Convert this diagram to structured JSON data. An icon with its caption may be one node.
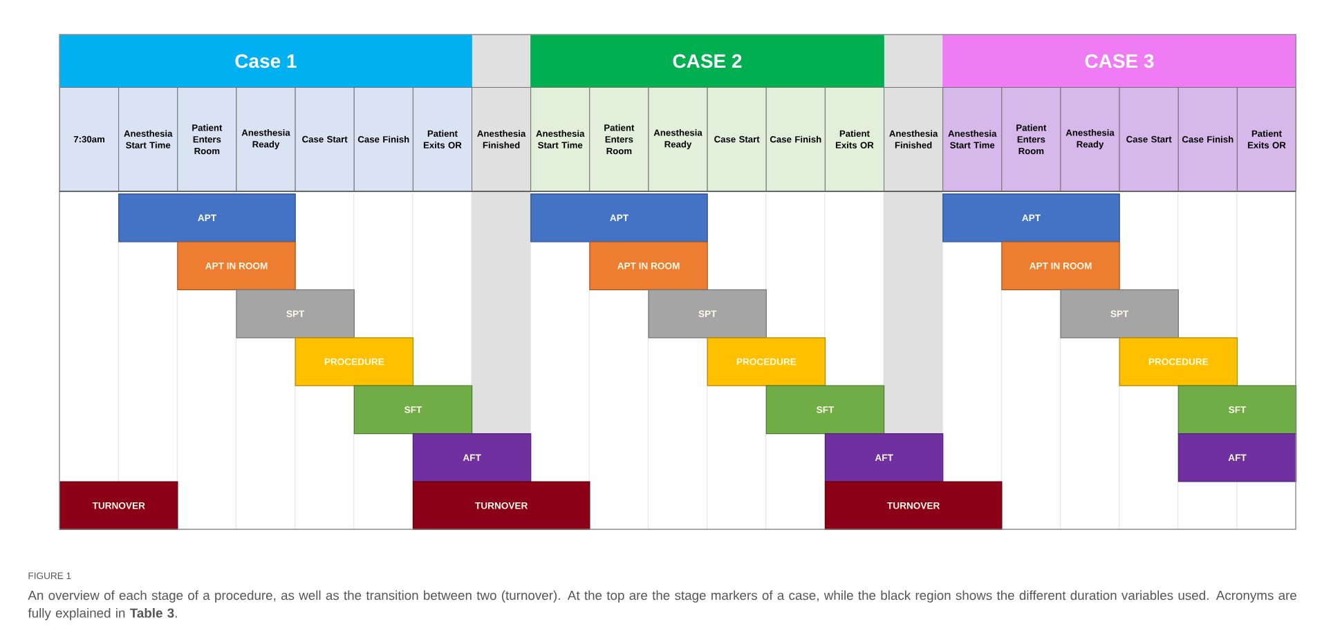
{
  "diagram": {
    "caption": "An overview of each stage of a procedure, as well as the transition between two (turnover). At the top are the stage markers of a case, while the black region shows the different duration variables used. Acronyms are fully explained in **Table 3**.",
    "nodes": [
      {
        "text": [
          "Case 1"
        ]
      },
      {
        "text": [
          "CASE 2"
        ]
      },
      {
        "text": [
          "CASE 3"
        ]
      },
      {
        "text": [
          "7:30am"
        ]
      },
      {
        "text": [
          "Anesthesia Start Time"
        ]
      },
      {
        "text": [
          "Patient Enters Room"
        ]
      },
      {
        "text": [
          "Anesthesia Ready"
        ]
      },
      {
        "text": [
          "Case Start"
        ]
      },
      {
        "text": [
          "Case Finish"
        ]
      },
      {
        "text": [
          "Patient Exits OR"
        ]
      },
      {
        "text": [
          "Anesthesia Finished"
        ]
      },
      {
        "text": [
          "Anesthesia Start Time"
        ]
      },
      {
        "text": [
          "Patient Enters Room"
        ]
      },
      {
        "text": [
          "Anesthesia Ready"
        ]
      },
      {
        "text": [
          "Case Start"
        ]
      },
      {
        "text": [
          "Case Finish"
        ]
      },
      {
        "text": [
          "Patient Exits OR"
        ]
      },
      {
        "text": [
          "Anesthesia Finished"
        ]
      },
      {
        "text": [
          "Anesthesia Start Time"
        ]
      },
      {
        "text": [
          "Patient Enters Room"
        ]
      },
      {
        "text": [
          "Anesthesia Ready"
        ]
      },
      {
        "text": [
          "Case Start"
        ]
      },
      {
        "text": [
          "Case Finish"
        ]
      },
      {
        "text": [
          "Patient Exits OR"
        ]
      },
      {
        "text": [
          "APT"
        ]
      },
      {
        "text": [
          "APT"
        ]
      },
      {
        "text": [
          "APT"
        ]
      },
      {
        "text": [
          "APT IN ROOM"
        ]
      },
      {
        "text": [
          "APT IN ROOM"
        ]
      },
      {
        "text": [
          "APT IN ROOM"
        ]
      },
      {
        "text": [
          "SPT"
        ]
      },
      {
        "text": [
          "SPT"
        ]
      },
      {
        "text": [
          "SPT"
        ]
      },
      {
        "text": [
          "PROCEDURE"
        ]
      },
      {
        "text": [
          "PROCEDURE"
        ]
      },
      {
        "text": [
          "PROCEDURE"
        ]
      },
      {
        "text": [
          "SFT"
        ]
      },
      {
        "text": [
          "SFT"
        ]
      },
      {
        "text": [
          "SFT"
        ]
      },
      {
        "text": [
          "AFT"
        ]
      },
      {
        "text": [
          "AFT"
        ]
      },
      {
        "text": [
          "AFT"
        ]
      },
      {
        "text": [
          "TURNOVER"
        ]
      },
      {
        "text": [
          "TURNOVER"
        ]
      },
      {
        "text": [
          "TURNOVER"
        ]
      }
    ],
    "edges": [],
    "labels": [
      "FIGURE 1"
    ]
  }
}
